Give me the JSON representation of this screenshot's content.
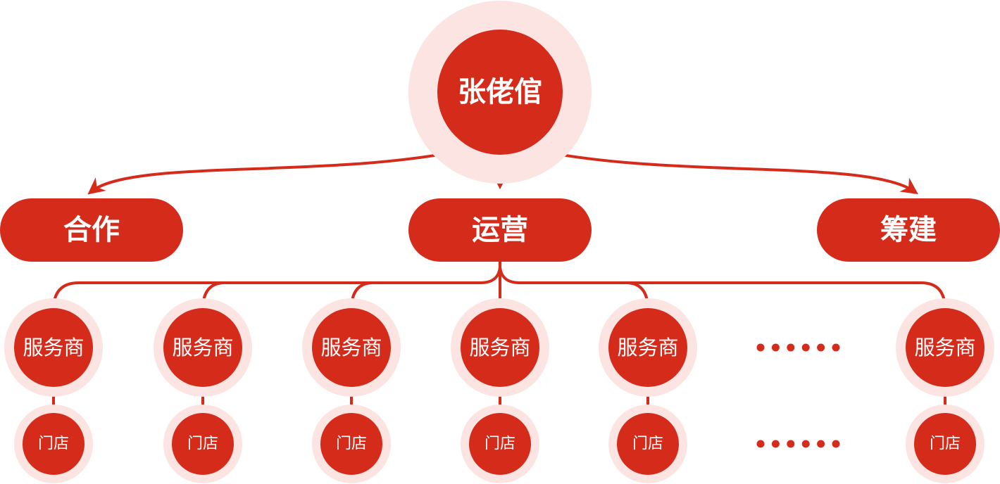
{
  "colors": {
    "primary": "#d52b1b",
    "halo": "#fbe4e2"
  },
  "root": {
    "label": "张佬倌"
  },
  "branches": [
    {
      "label": "合作"
    },
    {
      "label": "运营"
    },
    {
      "label": "筹建"
    }
  ],
  "service_providers": [
    {
      "label": "服务商",
      "store": "门店"
    },
    {
      "label": "服务商",
      "store": "门店"
    },
    {
      "label": "服务商",
      "store": "门店"
    },
    {
      "label": "服务商",
      "store": "门店"
    },
    {
      "label": "服务商",
      "store": "门店"
    },
    {
      "label": "服务商",
      "store": "门店"
    }
  ],
  "ellipsis": {
    "icon": "ellipsis-dots",
    "count": 6
  }
}
